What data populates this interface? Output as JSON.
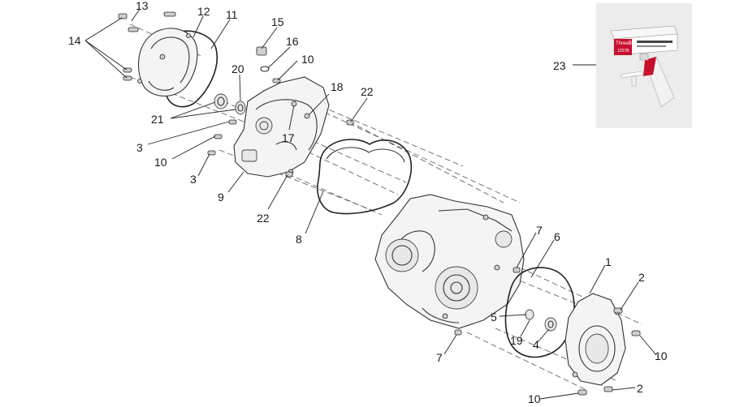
{
  "callouts": [
    {
      "id": "c13",
      "text": "13"
    },
    {
      "id": "c12",
      "text": "12"
    },
    {
      "id": "c11",
      "text": "11"
    },
    {
      "id": "c14",
      "text": "14"
    },
    {
      "id": "c15",
      "text": "15"
    },
    {
      "id": "c16",
      "text": "16"
    },
    {
      "id": "c10a",
      "text": "10"
    },
    {
      "id": "c20",
      "text": "20"
    },
    {
      "id": "c18",
      "text": "18"
    },
    {
      "id": "c22a",
      "text": "22"
    },
    {
      "id": "c21",
      "text": "21"
    },
    {
      "id": "c17",
      "text": "17"
    },
    {
      "id": "c3a",
      "text": "3"
    },
    {
      "id": "c10b",
      "text": "10"
    },
    {
      "id": "c3b",
      "text": "3"
    },
    {
      "id": "c9",
      "text": "9"
    },
    {
      "id": "c22b",
      "text": "22"
    },
    {
      "id": "c8",
      "text": "8"
    },
    {
      "id": "c23",
      "text": "23"
    },
    {
      "id": "c7a",
      "text": "7"
    },
    {
      "id": "c6",
      "text": "6"
    },
    {
      "id": "c1",
      "text": "1"
    },
    {
      "id": "c2a",
      "text": "2"
    },
    {
      "id": "c5",
      "text": "5"
    },
    {
      "id": "c19",
      "text": "19"
    },
    {
      "id": "c4",
      "text": "4"
    },
    {
      "id": "c10c",
      "text": "10"
    },
    {
      "id": "c7b",
      "text": "7"
    },
    {
      "id": "c2b",
      "text": "2"
    },
    {
      "id": "c10d",
      "text": "10"
    }
  ],
  "product_box": {
    "brand": "ThreeBond",
    "code": "1207B"
  }
}
